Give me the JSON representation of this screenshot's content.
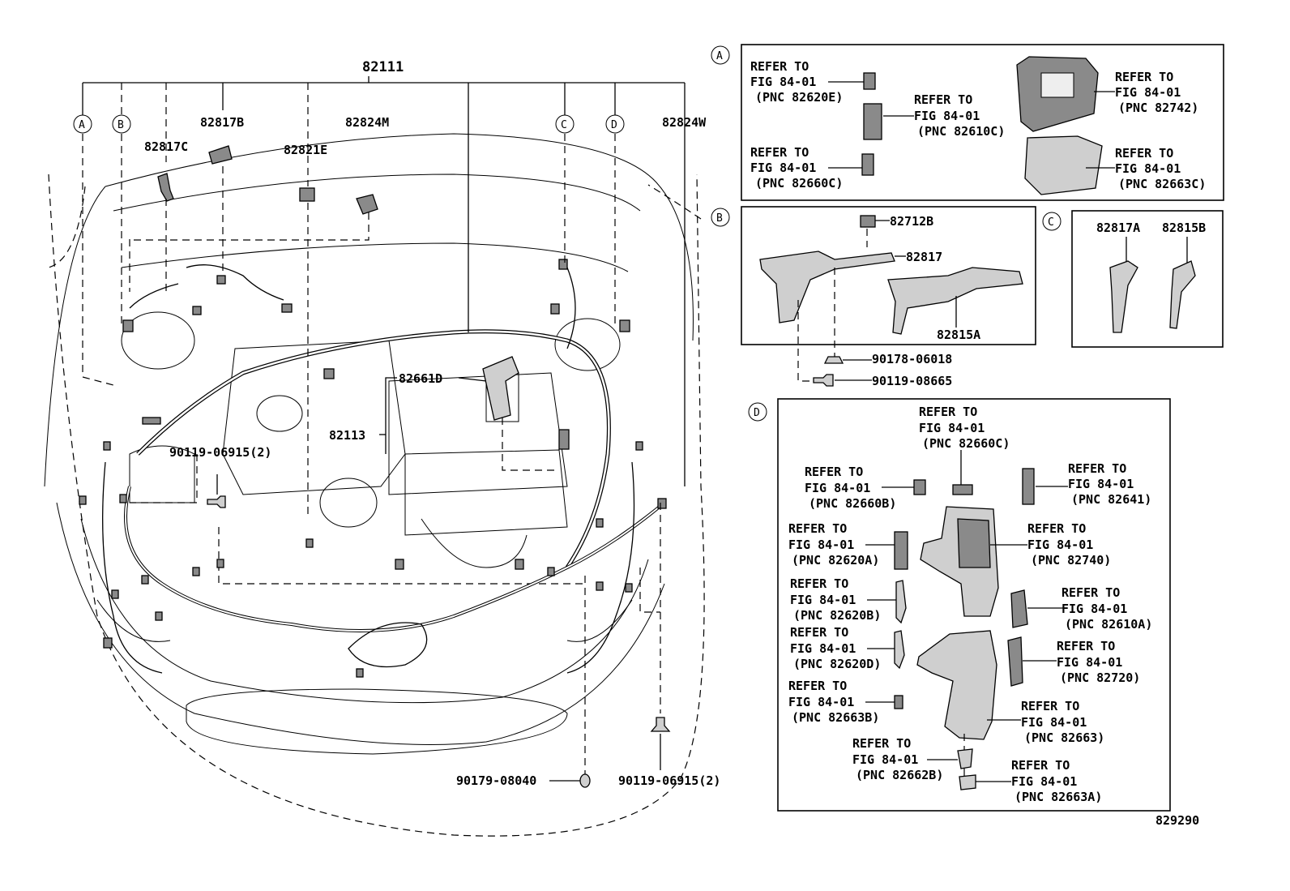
{
  "main": {
    "harness": "82111",
    "engine_harness": "82113",
    "callouts": {
      "p82817B": "82817B",
      "p82817C": "82817C",
      "p82821E": "82821E",
      "p82824M": "82824M",
      "p82824W": "82824W",
      "p82661D": "82661D",
      "bolt_upper": "90119-06915(2)",
      "bolt_lower": "90119-06915(2)",
      "clip": "90179-08040"
    },
    "circle_labels": [
      "A",
      "B",
      "C",
      "D"
    ]
  },
  "panel_a": {
    "id": "A",
    "refs": [
      {
        "l1": "REFER TO",
        "l2": "FIG 84-01",
        "l3": "(PNC 82620E)"
      },
      {
        "l1": "REFER TO",
        "l2": "FIG 84-01",
        "l3": "(PNC 82610C)"
      },
      {
        "l1": "REFER TO",
        "l2": "FIG 84-01",
        "l3": "(PNC 82660C)"
      },
      {
        "l1": "REFER TO",
        "l2": "FIG 84-01",
        "l3": "(PNC 82742)"
      },
      {
        "l1": "REFER TO",
        "l2": "FIG 84-01",
        "l3": "(PNC 82663C)"
      }
    ]
  },
  "panel_b": {
    "id": "B",
    "parts": [
      "82712B",
      "82817",
      "82815A",
      "90178-06018",
      "90119-08665"
    ]
  },
  "panel_c": {
    "id": "C",
    "parts": [
      "82817A",
      "82815B"
    ]
  },
  "panel_d": {
    "id": "D",
    "refs": [
      {
        "l1": "REFER TO",
        "l2": "FIG 84-01",
        "l3": "(PNC 82660C)"
      },
      {
        "l1": "REFER TO",
        "l2": "FIG 84-01",
        "l3": "(PNC 82660B)"
      },
      {
        "l1": "REFER TO",
        "l2": "FIG 84-01",
        "l3": "(PNC 82641)"
      },
      {
        "l1": "REFER TO",
        "l2": "FIG 84-01",
        "l3": "(PNC 82620A)"
      },
      {
        "l1": "REFER TO",
        "l2": "FIG 84-01",
        "l3": "(PNC 82740)"
      },
      {
        "l1": "REFER TO",
        "l2": "FIG 84-01",
        "l3": "(PNC 82620B)"
      },
      {
        "l1": "REFER TO",
        "l2": "FIG 84-01",
        "l3": "(PNC 82610A)"
      },
      {
        "l1": "REFER TO",
        "l2": "FIG 84-01",
        "l3": "(PNC 82620D)"
      },
      {
        "l1": "REFER TO",
        "l2": "FIG 84-01",
        "l3": "(PNC 82720)"
      },
      {
        "l1": "REFER TO",
        "l2": "FIG 84-01",
        "l3": "(PNC 82663B)"
      },
      {
        "l1": "REFER TO",
        "l2": "FIG 84-01",
        "l3": "(PNC 82663)"
      },
      {
        "l1": "REFER TO",
        "l2": "FIG 84-01",
        "l3": "(PNC 82662B)"
      },
      {
        "l1": "REFER TO",
        "l2": "FIG 84-01",
        "l3": "(PNC 82663A)"
      }
    ]
  },
  "figure_number": "829290"
}
